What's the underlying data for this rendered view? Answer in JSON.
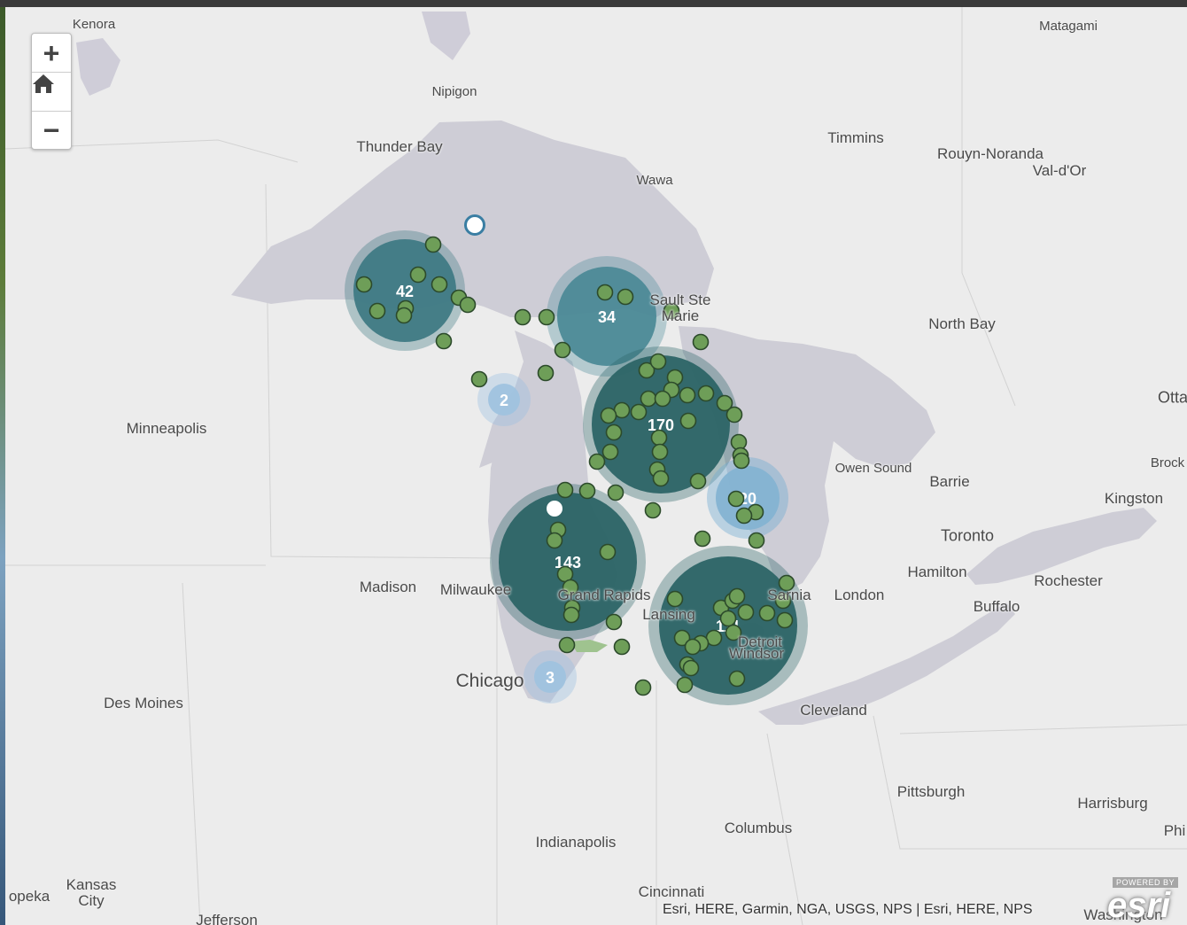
{
  "map": {
    "zoom_in_label": "+",
    "zoom_out_label": "−",
    "home_icon": "home-icon",
    "attribution": "Esri, HERE, Garmin, NGA, USGS, NPS | Esri, HERE, NPS",
    "logo": {
      "powered_by": "POWERED BY",
      "name": "esri"
    },
    "colors": {
      "water": "#cecdd6",
      "land": "#ececec",
      "cluster_dark": "#2c6466",
      "cluster_mid": "#4d8a97",
      "cluster_light": "#84b3d2",
      "point": "#6e9e58"
    }
  },
  "labels": [
    {
      "id": "kenora",
      "text": "Kenora",
      "size": "small"
    },
    {
      "id": "nipigon",
      "text": "Nipigon",
      "size": "small"
    },
    {
      "id": "matagami",
      "text": "Matagami",
      "size": "small"
    },
    {
      "id": "thunder-bay",
      "text": "Thunder Bay",
      "size": ""
    },
    {
      "id": "timmins",
      "text": "Timmins",
      "size": ""
    },
    {
      "id": "rouyn",
      "text": "Rouyn-Noranda",
      "size": ""
    },
    {
      "id": "valdor",
      "text": "Val-d'Or",
      "size": ""
    },
    {
      "id": "wawa",
      "text": "Wawa",
      "size": "small"
    },
    {
      "id": "sault",
      "text": "Sault Ste\nMarie",
      "size": ""
    },
    {
      "id": "north-bay",
      "text": "North Bay",
      "size": ""
    },
    {
      "id": "ottawa",
      "text": "Otta",
      "size": "mid"
    },
    {
      "id": "minneapolis",
      "text": "Minneapolis",
      "size": ""
    },
    {
      "id": "owen-sound",
      "text": "Owen Sound",
      "size": "small"
    },
    {
      "id": "barrie",
      "text": "Barrie",
      "size": ""
    },
    {
      "id": "brock",
      "text": "Brock",
      "size": "small"
    },
    {
      "id": "kingston",
      "text": "Kingston",
      "size": ""
    },
    {
      "id": "toronto",
      "text": "Toronto",
      "size": "mid"
    },
    {
      "id": "hamilton",
      "text": "Hamilton",
      "size": ""
    },
    {
      "id": "rochester",
      "text": "Rochester",
      "size": ""
    },
    {
      "id": "buffalo",
      "text": "Buffalo",
      "size": ""
    },
    {
      "id": "london",
      "text": "London",
      "size": ""
    },
    {
      "id": "sarnia",
      "text": "Sarnia",
      "size": ""
    },
    {
      "id": "madison",
      "text": "Madison",
      "size": ""
    },
    {
      "id": "milwaukee",
      "text": "Milwaukee",
      "size": ""
    },
    {
      "id": "grand-rapids",
      "text": "Grand Rapids",
      "size": ""
    },
    {
      "id": "lansing",
      "text": "Lansing",
      "size": ""
    },
    {
      "id": "detroit",
      "text": "Detroit",
      "size": ""
    },
    {
      "id": "windsor",
      "text": "Windsor",
      "size": ""
    },
    {
      "id": "chicago",
      "text": "Chicago",
      "size": "big"
    },
    {
      "id": "des-moines",
      "text": "Des Moines",
      "size": ""
    },
    {
      "id": "cleveland",
      "text": "Cleveland",
      "size": ""
    },
    {
      "id": "pittsburgh",
      "text": "Pittsburgh",
      "size": ""
    },
    {
      "id": "harrisburg",
      "text": "Harrisburg",
      "size": ""
    },
    {
      "id": "phi",
      "text": "Phi",
      "size": ""
    },
    {
      "id": "columbus",
      "text": "Columbus",
      "size": ""
    },
    {
      "id": "indianapolis",
      "text": "Indianapolis",
      "size": ""
    },
    {
      "id": "cincinnati",
      "text": "Cincinnati",
      "size": ""
    },
    {
      "id": "topeka",
      "text": "opeka",
      "size": ""
    },
    {
      "id": "kansas-city",
      "text": "Kansas\nCity",
      "size": ""
    },
    {
      "id": "jefferson",
      "text": "Jefferson",
      "size": ""
    },
    {
      "id": "washington",
      "text": "Washington",
      "size": ""
    }
  ],
  "clusters": [
    {
      "id": "c42",
      "count": "42",
      "tone": "mid"
    },
    {
      "id": "c34",
      "count": "34",
      "tone": "light-teal"
    },
    {
      "id": "c170",
      "count": "170",
      "tone": "dark"
    },
    {
      "id": "c143",
      "count": "143",
      "tone": "dark"
    },
    {
      "id": "c111",
      "count": "111",
      "tone": "dark"
    },
    {
      "id": "c20",
      "count": "20",
      "tone": "light"
    },
    {
      "id": "c2",
      "count": "2",
      "tone": "pale"
    },
    {
      "id": "c3",
      "count": "3",
      "tone": "pale"
    }
  ]
}
